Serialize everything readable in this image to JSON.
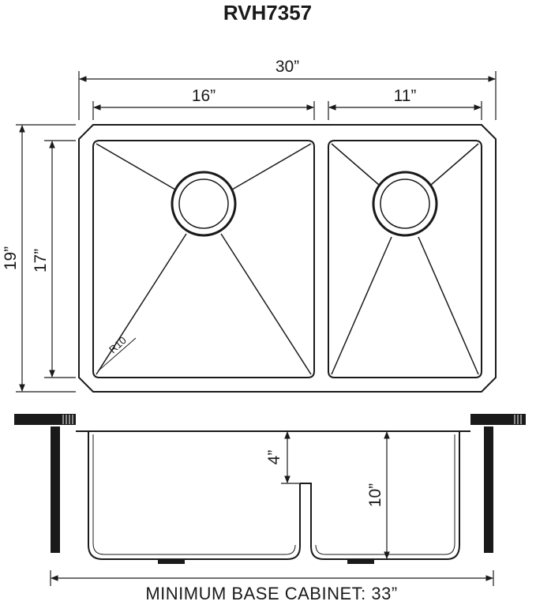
{
  "title": "RVH7357",
  "dimensions": {
    "overall_width": "30”",
    "left_bowl_width": "16”",
    "right_bowl_width": "11”",
    "overall_depth": "19”",
    "bowl_depth": "17”",
    "corner_radius": "R10",
    "divider_height": "4”",
    "bowl_height": "10”"
  },
  "caption": "MINIMUM BASE CABINET: 33”",
  "colors": {
    "line": "#1a1a1a",
    "background": "#ffffff"
  }
}
